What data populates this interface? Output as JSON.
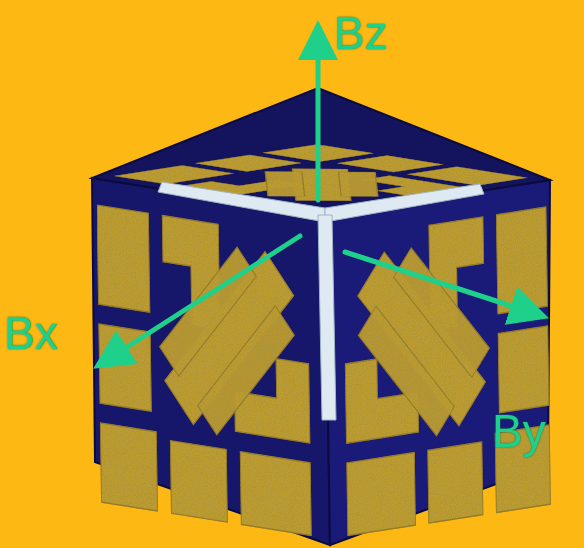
{
  "diagram": {
    "labels": [
      "Bz",
      "Bx",
      "By"
    ]
  }
}
